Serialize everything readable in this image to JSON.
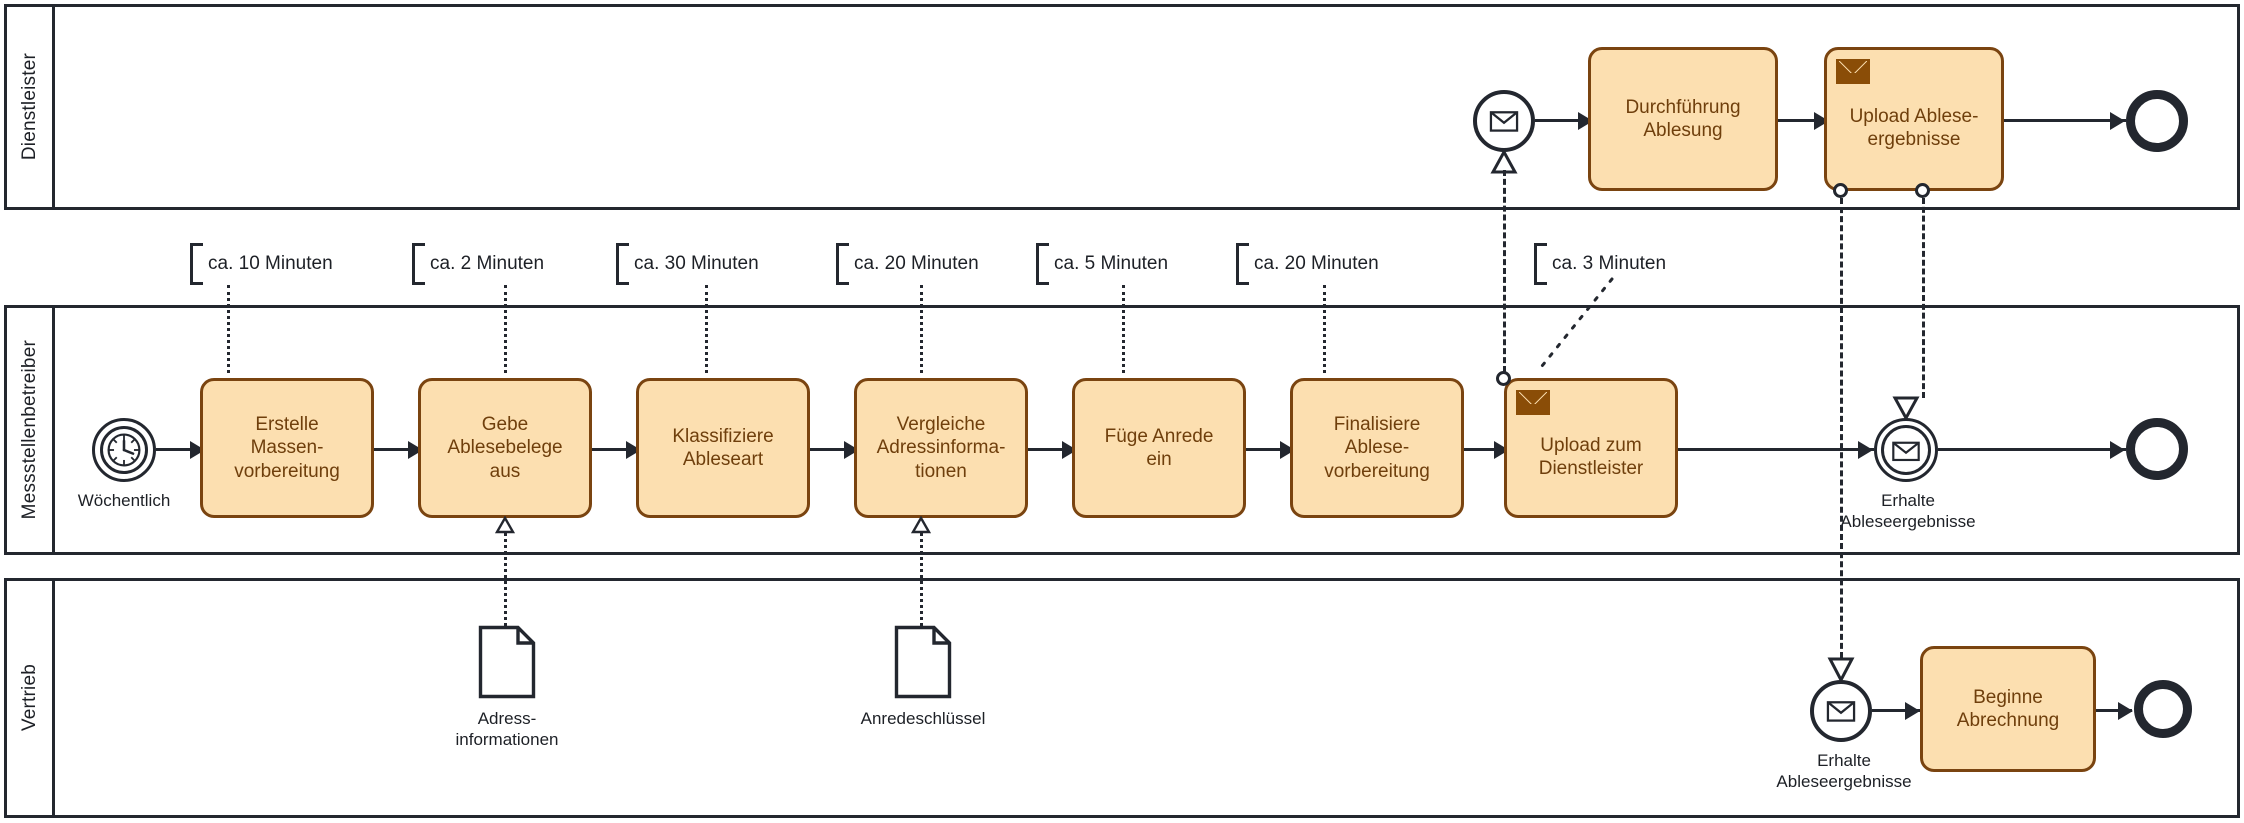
{
  "diagram": {
    "title": "Ableseprozess BPMN Collaboration",
    "accent_fill": "#fcdfb0",
    "accent_border": "#7a4410",
    "line_color": "#23272f"
  },
  "lanes": [
    {
      "id": "dienstleister",
      "label": "Dienstleister"
    },
    {
      "id": "messstellenbetreiber",
      "label": "Messstellenbetreiber"
    },
    {
      "id": "vertrieb",
      "label": "Vertrieb"
    }
  ],
  "tasks": [
    {
      "id": "erstelle-massenvorbereitung",
      "lane": "messstellenbetreiber",
      "label": "Erstelle Massen-vorbereitung",
      "line1": "Erstelle",
      "line2": "Massen-",
      "line3": "vorbereitung",
      "icon": ""
    },
    {
      "id": "gebe-ablesebelege-aus",
      "lane": "messstellenbetreiber",
      "label": "Gebe Ablesebelege aus",
      "line1": "Gebe",
      "line2": "Ablesebelege",
      "line3": "aus",
      "icon": ""
    },
    {
      "id": "klassifiziere-ableseart",
      "lane": "messstellenbetreiber",
      "label": "Klassifiziere Ableseart",
      "line1": "Klassifiziere",
      "line2": "Ableseart",
      "line3": "",
      "icon": ""
    },
    {
      "id": "vergleiche-adressinformationen",
      "lane": "messstellenbetreiber",
      "label": "Vergleiche Adressinforma-tionen",
      "line1": "Vergleiche",
      "line2": "Adressinforma-",
      "line3": "tionen",
      "icon": ""
    },
    {
      "id": "fuege-anrede-ein",
      "lane": "messstellenbetreiber",
      "label": "Füge Anrede ein",
      "line1": "Füge Anrede",
      "line2": "ein",
      "line3": "",
      "icon": ""
    },
    {
      "id": "finalisiere-ablesevorbereitung",
      "lane": "messstellenbetreiber",
      "label": "Finalisiere Ablese-vorbereitung",
      "line1": "Finalisiere",
      "line2": "Ablese-",
      "line3": "vorbereitung",
      "icon": ""
    },
    {
      "id": "upload-zum-dienstleister",
      "lane": "messstellenbetreiber",
      "label": "Upload zum Dienstleister",
      "line1": "Upload zum",
      "line2": "Dienstleister",
      "line3": "",
      "icon": "envelope-icon"
    },
    {
      "id": "durchfuehrung-ablesung",
      "lane": "dienstleister",
      "label": "Durchführung Ablesung",
      "line1": "Durchführung",
      "line2": "Ablesung",
      "line3": "",
      "icon": ""
    },
    {
      "id": "upload-ableseergebnisse",
      "lane": "dienstleister",
      "label": "Upload Ablese-ergebnisse",
      "line1": "Upload Ablese-",
      "line2": "ergebnisse",
      "line3": "",
      "icon": "envelope-icon"
    },
    {
      "id": "beginne-abrechnung",
      "lane": "vertrieb",
      "label": "Beginne Abrechnung",
      "line1": "Beginne",
      "line2": "Abrechnung",
      "line3": "",
      "icon": ""
    }
  ],
  "events": [
    {
      "id": "timer-woechentlich",
      "lane": "messstellenbetreiber",
      "type": "timer-start",
      "icon": "clock-icon",
      "label": "Wöchentlich"
    },
    {
      "id": "msg-start-dienstleister",
      "lane": "dienstleister",
      "type": "message-start",
      "icon": "envelope-icon",
      "label": ""
    },
    {
      "id": "end-dienstleister",
      "lane": "dienstleister",
      "type": "end",
      "icon": "",
      "label": ""
    },
    {
      "id": "erhalte-ableseergebnisse-msb",
      "lane": "messstellenbetreiber",
      "type": "message-intermediate",
      "icon": "envelope-icon",
      "label": "Erhalte Ableseergebnisse",
      "label_line1": "Erhalte",
      "label_line2": "Ableseergebnisse"
    },
    {
      "id": "end-messstellenbetreiber",
      "lane": "messstellenbetreiber",
      "type": "end",
      "icon": "",
      "label": ""
    },
    {
      "id": "erhalte-ableseergebnisse-vertrieb",
      "lane": "vertrieb",
      "type": "message-start",
      "icon": "envelope-icon",
      "label": "Erhalte Ableseergebnisse",
      "label_line1": "Erhalte",
      "label_line2": "Ableseergebnisse"
    },
    {
      "id": "end-vertrieb",
      "lane": "vertrieb",
      "type": "end",
      "icon": "",
      "label": ""
    }
  ],
  "data_objects": [
    {
      "id": "adressinformationen",
      "lane": "vertrieb",
      "icon": "document-icon",
      "label": "Adress-informationen",
      "line1": "Adress-",
      "line2": "informationen"
    },
    {
      "id": "anredeschluessel",
      "lane": "vertrieb",
      "icon": "document-icon",
      "label": "Anredeschlüssel",
      "line1": "Anredeschlüssel",
      "line2": ""
    }
  ],
  "annotations": [
    {
      "id": "annot-1",
      "text": "ca. 10 Minuten",
      "target": "erstelle-massenvorbereitung"
    },
    {
      "id": "annot-2",
      "text": "ca. 2 Minuten",
      "target": "gebe-ablesebelege-aus"
    },
    {
      "id": "annot-3",
      "text": "ca. 30 Minuten",
      "target": "klassifiziere-ableseart"
    },
    {
      "id": "annot-4",
      "text": "ca. 20 Minuten",
      "target": "vergleiche-adressinformationen"
    },
    {
      "id": "annot-5",
      "text": "ca. 5 Minuten",
      "target": "fuege-anrede-ein"
    },
    {
      "id": "annot-6",
      "text": "ca. 20 Minuten",
      "target": "finalisiere-ablesevorbereitung"
    },
    {
      "id": "annot-7",
      "text": "ca. 3 Minuten",
      "target": "upload-zum-dienstleister"
    }
  ]
}
